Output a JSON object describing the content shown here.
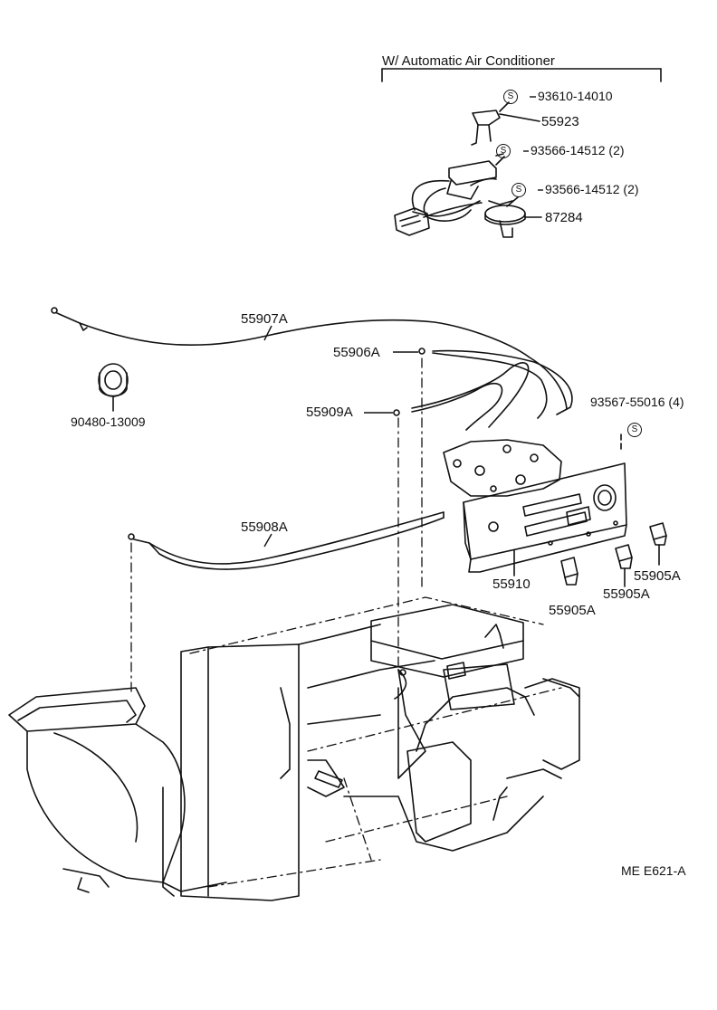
{
  "header": {
    "title": "W/ Automatic Air Conditioner"
  },
  "badges": {
    "supplied_symbol": "S"
  },
  "parts": {
    "p93610": "93610-14010",
    "p55923": "55923",
    "p93566_a": "93566-14512 (2)",
    "p93566_b": "93566-14512 (2)",
    "p87284": "87284",
    "p55907a": "55907A",
    "p55906a": "55906A",
    "p55909a": "55909A",
    "p90480": "90480-13009",
    "p93567": "93567-55016 (4)",
    "p55908a": "55908A",
    "p55910": "55910",
    "p55905a_1": "55905A",
    "p55905a_2": "55905A",
    "p55905a_3": "55905A"
  },
  "footer": {
    "code": "ME  E621-A"
  },
  "colors": {
    "ink": "#111111",
    "paper": "#ffffff"
  }
}
